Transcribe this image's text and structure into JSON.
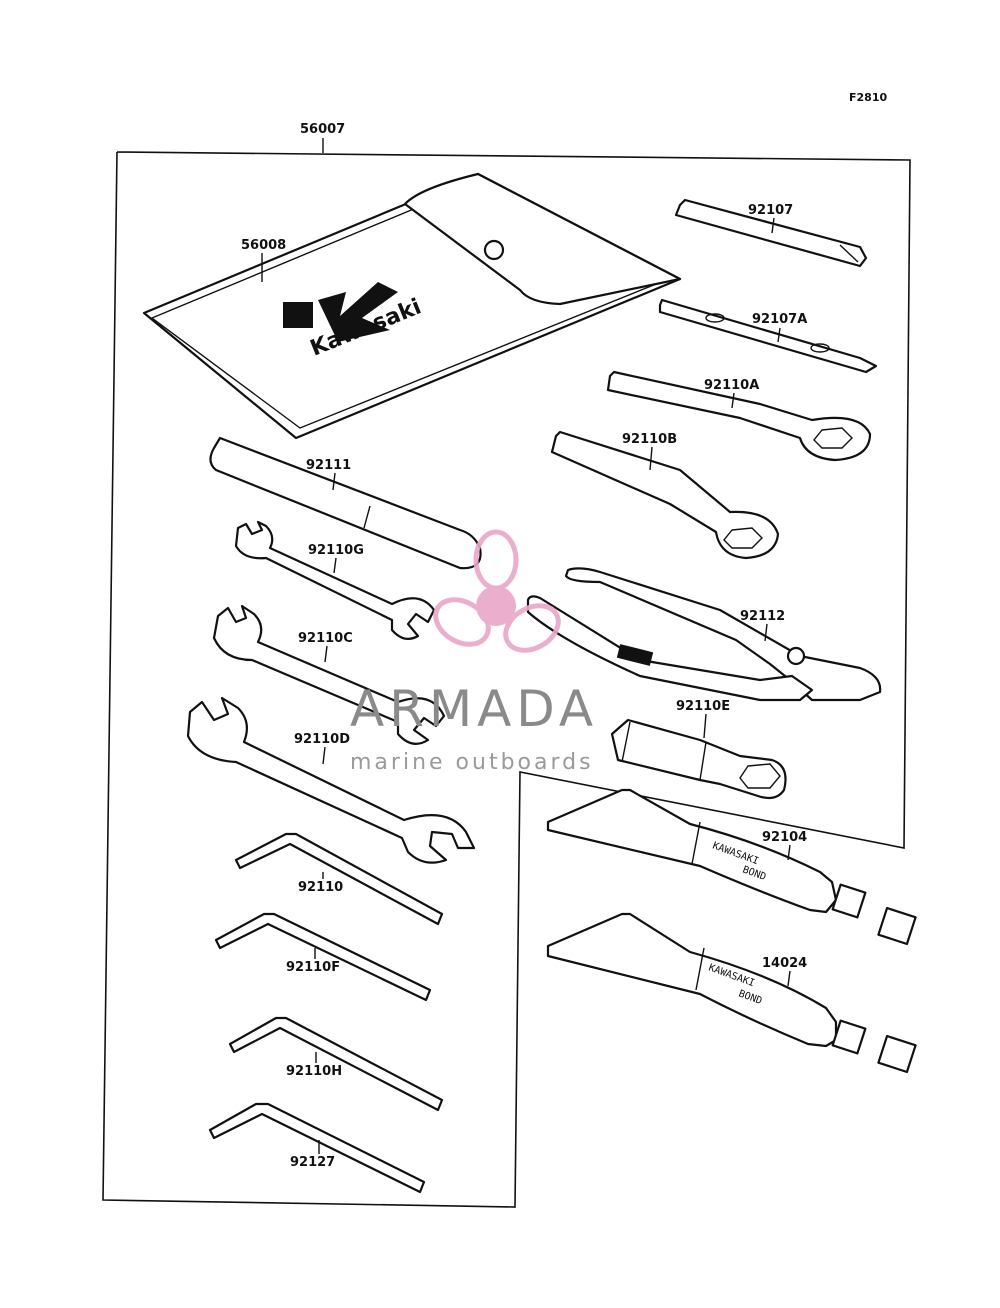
{
  "figure_code": "F2810",
  "parts": {
    "kit": "56007",
    "pouch": "56008",
    "screwdriver_grip": "92107",
    "screwdriver_bit": "92107A",
    "box_wrench_a": "92110A",
    "box_wrench_b": "92110B",
    "handle_bar": "92111",
    "wrench_g": "92110G",
    "wrench_c": "92110C",
    "wrench_d": "92110D",
    "pliers": "92112",
    "plug_wrench": "92110E",
    "hex_key_1": "92110",
    "hex_key_f": "92110F",
    "hex_key_h": "92110H",
    "hex_key_27": "92127",
    "bond_tube_1": "92104",
    "bond_tube_2": "14024"
  },
  "pouch_logo_text": "Kawasaki",
  "tube_text": {
    "line1": "KAWASAKI",
    "line2": "BOND"
  },
  "watermark": {
    "title": "ARMADA",
    "subtitle": "marine outboards",
    "color": "#e9a7c8"
  }
}
